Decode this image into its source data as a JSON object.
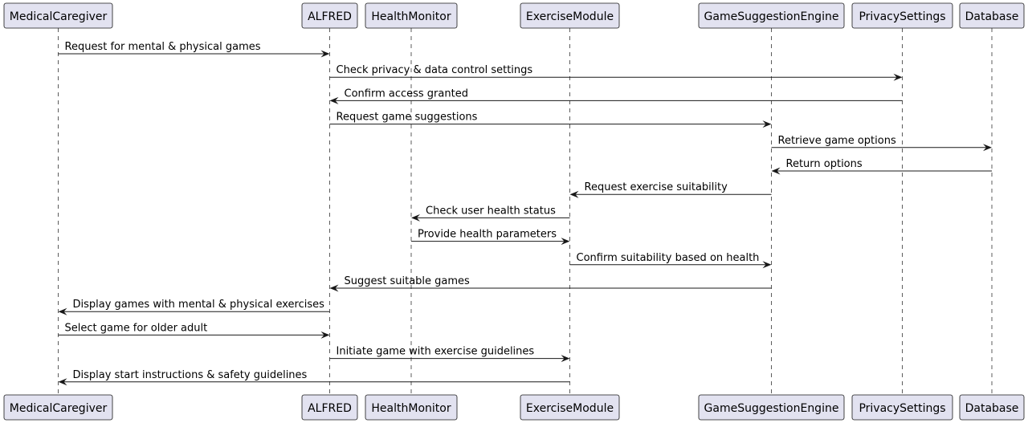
{
  "participants": [
    {
      "id": "caregiver",
      "label": "MedicalCaregiver"
    },
    {
      "id": "alfred",
      "label": "ALFRED"
    },
    {
      "id": "health",
      "label": "HealthMonitor"
    },
    {
      "id": "exercise",
      "label": "ExerciseModule"
    },
    {
      "id": "engine",
      "label": "GameSuggestionEngine"
    },
    {
      "id": "privacy",
      "label": "PrivacySettings"
    },
    {
      "id": "db",
      "label": "Database"
    }
  ],
  "messages": [
    {
      "from": "caregiver",
      "to": "alfred",
      "label": "Request for mental & physical games"
    },
    {
      "from": "alfred",
      "to": "privacy",
      "label": "Check privacy & data control settings"
    },
    {
      "from": "privacy",
      "to": "alfred",
      "label": "Confirm access granted"
    },
    {
      "from": "alfred",
      "to": "engine",
      "label": "Request game suggestions"
    },
    {
      "from": "engine",
      "to": "db",
      "label": "Retrieve game options"
    },
    {
      "from": "db",
      "to": "engine",
      "label": "Return options"
    },
    {
      "from": "engine",
      "to": "exercise",
      "label": "Request exercise suitability"
    },
    {
      "from": "exercise",
      "to": "health",
      "label": "Check user health status"
    },
    {
      "from": "health",
      "to": "exercise",
      "label": "Provide health parameters"
    },
    {
      "from": "exercise",
      "to": "engine",
      "label": "Confirm suitability based on health"
    },
    {
      "from": "engine",
      "to": "alfred",
      "label": "Suggest suitable games"
    },
    {
      "from": "alfred",
      "to": "caregiver",
      "label": "Display games with mental & physical exercises"
    },
    {
      "from": "caregiver",
      "to": "alfred",
      "label": "Select game for older adult"
    },
    {
      "from": "alfred",
      "to": "exercise",
      "label": "Initiate game with exercise guidelines"
    },
    {
      "from": "exercise",
      "to": "caregiver",
      "label": "Display start instructions & safety guidelines"
    }
  ]
}
